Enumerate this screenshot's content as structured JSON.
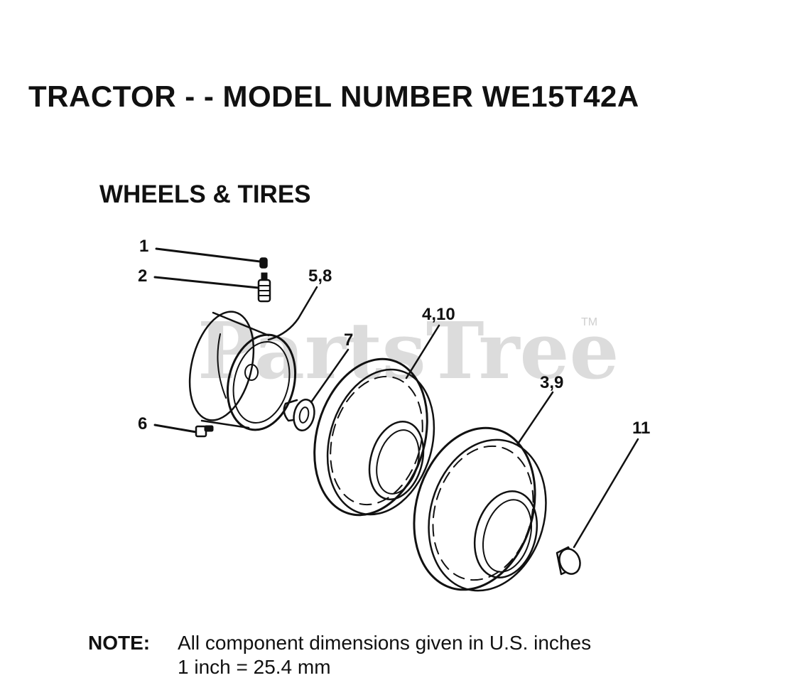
{
  "title": "TRACTOR - - MODEL NUMBER WE15T42A",
  "subtitle": "WHEELS & TIRES",
  "watermark": {
    "text": "PartsTree",
    "tm": "TM"
  },
  "callouts": [
    "1",
    "2",
    "5,8",
    "7",
    "4,10",
    "3,9",
    "11",
    "6"
  ],
  "note": {
    "label": "NOTE:",
    "line1": "All component dimensions given in U.S. inches",
    "line2": "1 inch = 25.4 mm"
  }
}
